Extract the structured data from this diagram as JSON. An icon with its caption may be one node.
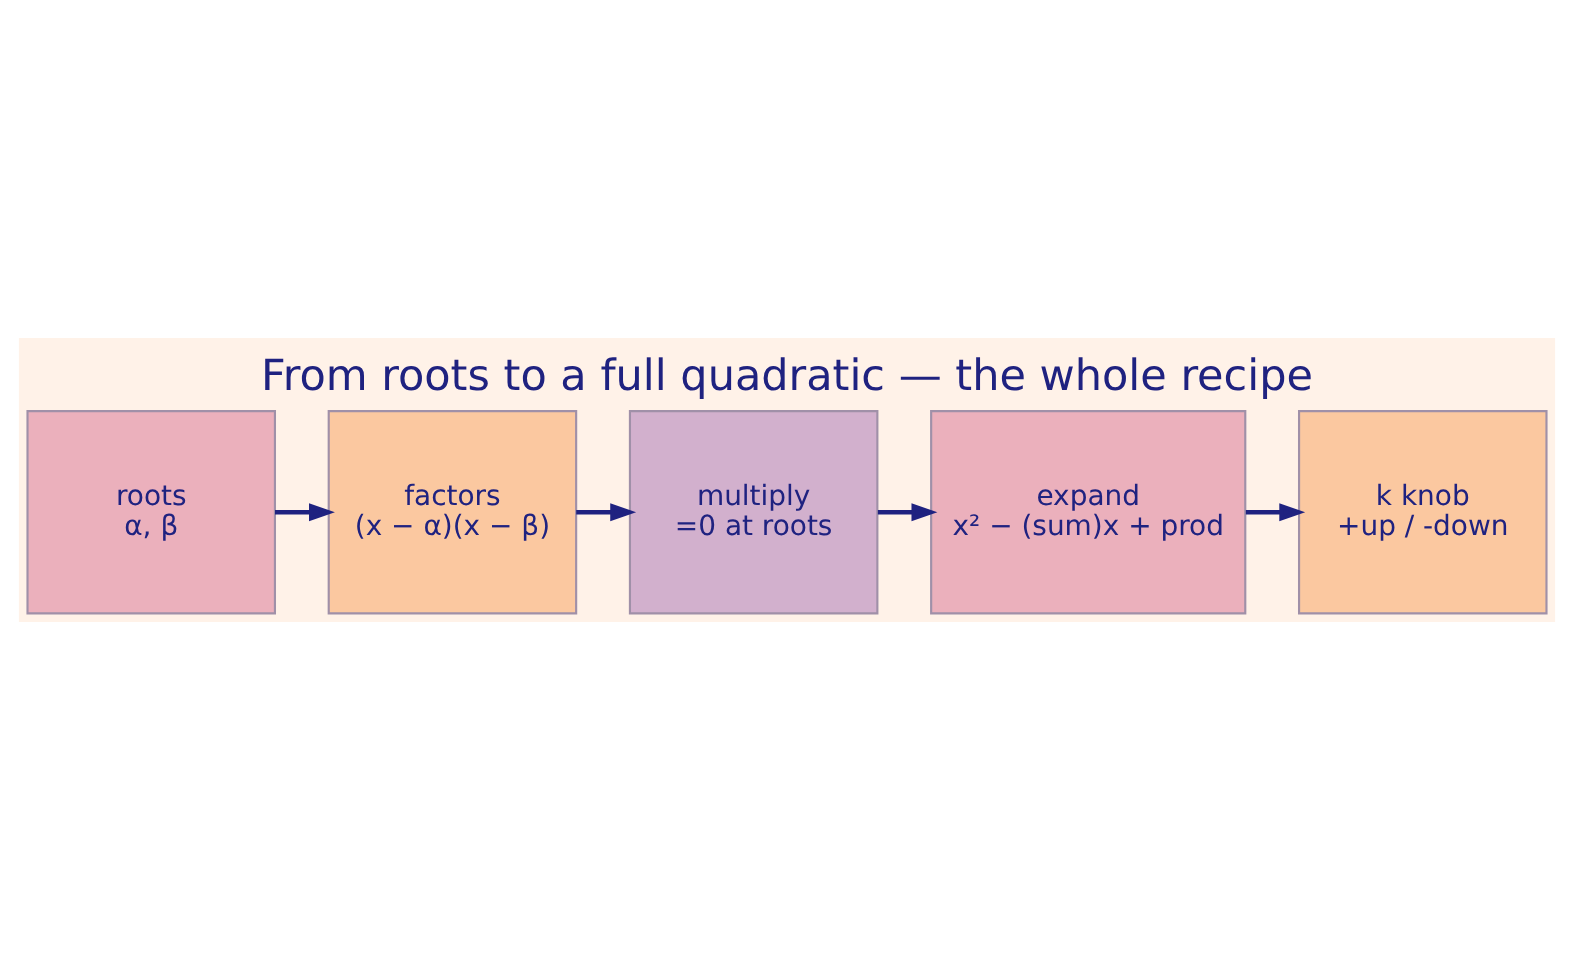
{
  "diagram": {
    "title": "From roots to a full quadratic — the whole recipe",
    "nodes": [
      {
        "text": [
          "roots",
          "α, β"
        ]
      },
      {
        "text": [
          "factors",
          "(x − α)(x − β)"
        ]
      },
      {
        "text": [
          "multiply",
          "=0 at roots"
        ]
      },
      {
        "text": [
          "expand",
          "x² − (sum)x + prod"
        ]
      },
      {
        "text": [
          "k knob",
          "+up / -down"
        ]
      }
    ],
    "edges": [
      {
        "from": 0,
        "to": 1,
        "arrow": "to"
      },
      {
        "from": 1,
        "to": 2,
        "arrow": "to"
      },
      {
        "from": 2,
        "to": 3,
        "arrow": "to"
      },
      {
        "from": 3,
        "to": 4,
        "arrow": "to"
      }
    ]
  }
}
